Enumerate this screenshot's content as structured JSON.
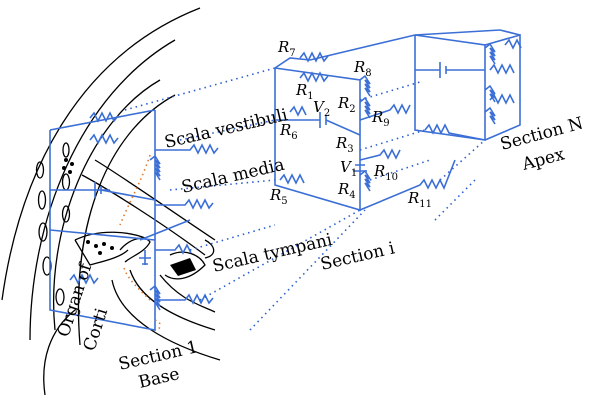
{
  "labels": {
    "scala_vestibuli": "Scala vestibuli",
    "scala_media": "Scala media",
    "scala_tympani": "Scala tympani",
    "organ_of_corti_line1": "Organ of",
    "organ_of_corti_line2": "Corti",
    "section_1_line1": "Section 1",
    "section_1_line2": "Base",
    "section_i": "Section i",
    "section_n_line1": "Section N",
    "section_n_line2": "Apex"
  },
  "components": {
    "r1": {
      "letter": "R",
      "sub": "1"
    },
    "r2": {
      "letter": "R",
      "sub": "2"
    },
    "r3": {
      "letter": "R",
      "sub": "3"
    },
    "r4": {
      "letter": "R",
      "sub": "4"
    },
    "r5": {
      "letter": "R",
      "sub": "5"
    },
    "r6": {
      "letter": "R",
      "sub": "6"
    },
    "r7": {
      "letter": "R",
      "sub": "7"
    },
    "r8": {
      "letter": "R",
      "sub": "8"
    },
    "r9": {
      "letter": "R",
      "sub": "9"
    },
    "r10": {
      "letter": "R",
      "sub": "10"
    },
    "r11": {
      "letter": "R",
      "sub": "11"
    },
    "v1": {
      "letter": "V",
      "sub": "1"
    },
    "v2": {
      "letter": "V",
      "sub": "2"
    }
  },
  "colors": {
    "circuit": "#3b6fd6",
    "projection": "#2a5fd0",
    "organ_link": "#e07a2e",
    "anatomy": "#000000"
  }
}
